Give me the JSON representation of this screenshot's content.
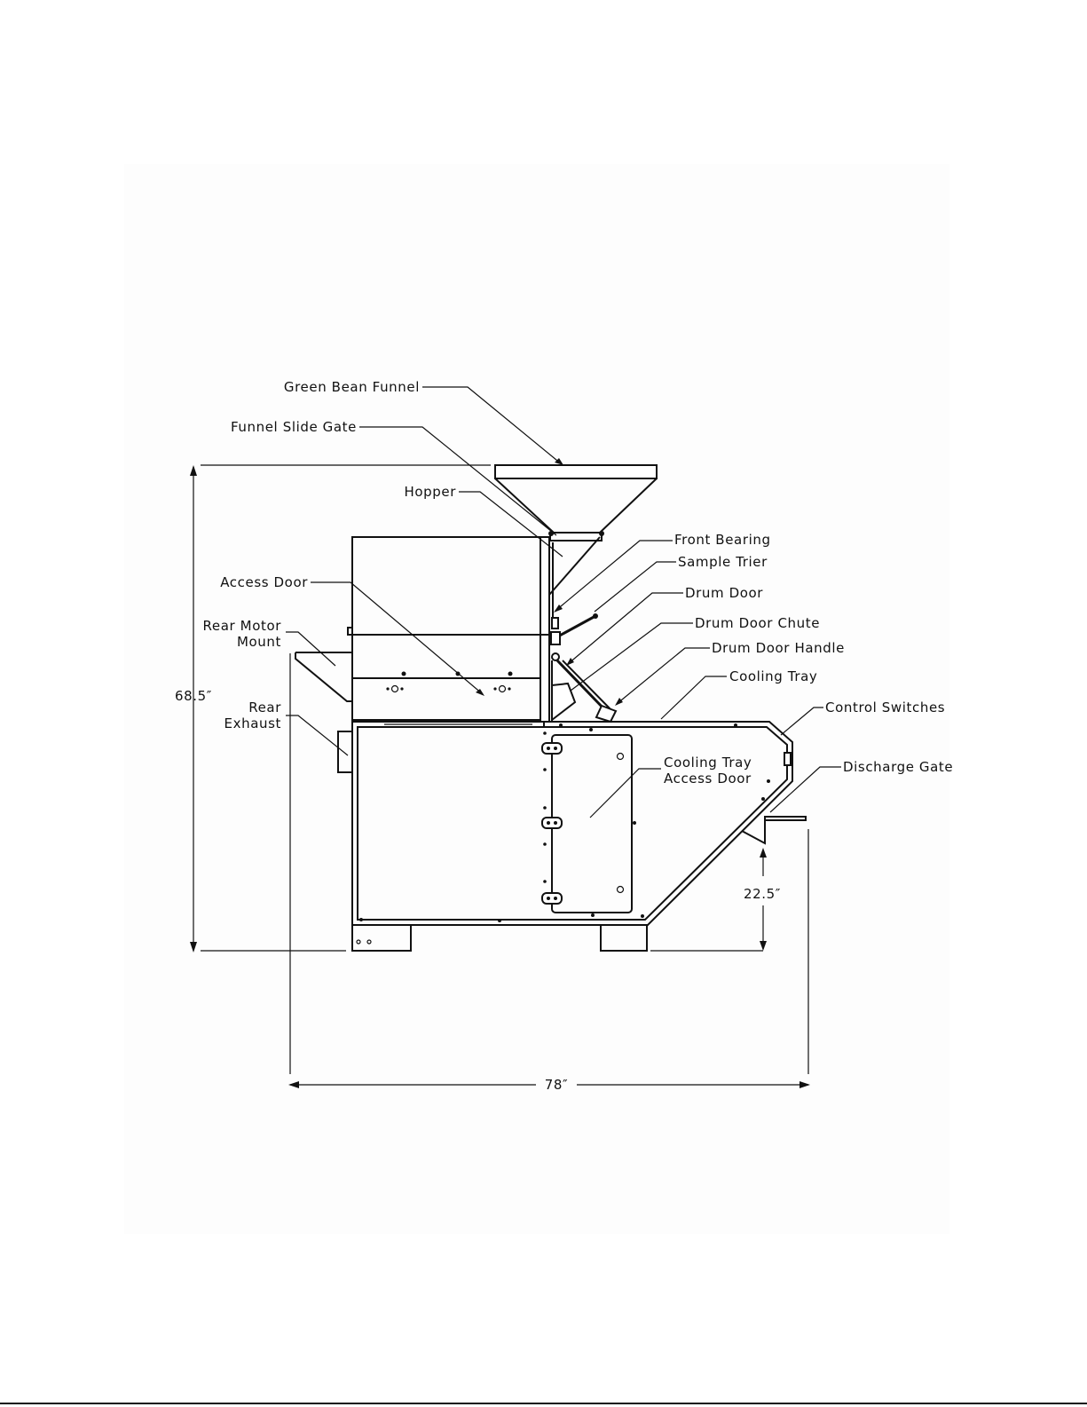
{
  "diagram": {
    "labels": {
      "green_bean_funnel": "Green Bean Funnel",
      "funnel_slide_gate": "Funnel Slide Gate",
      "hopper": "Hopper",
      "front_bearing": "Front Bearing",
      "sample_trier": "Sample Trier",
      "drum_door": "Drum Door",
      "drum_door_chute": "Drum Door Chute",
      "drum_door_handle": "Drum Door Handle",
      "cooling_tray": "Cooling Tray",
      "control_switches": "Control Switches",
      "discharge_gate": "Discharge Gate",
      "access_door": "Access Door",
      "rear_motor_mount_1": "Rear Motor",
      "rear_motor_mount_2": "Mount",
      "rear_exhaust_1": "Rear",
      "rear_exhaust_2": "Exhaust",
      "cooling_tray_access_door_1": "Cooling Tray",
      "cooling_tray_access_door_2": "Access Door"
    },
    "dimensions": {
      "height": "68.5″",
      "width": "78″",
      "discharge_height": "22.5″"
    }
  }
}
